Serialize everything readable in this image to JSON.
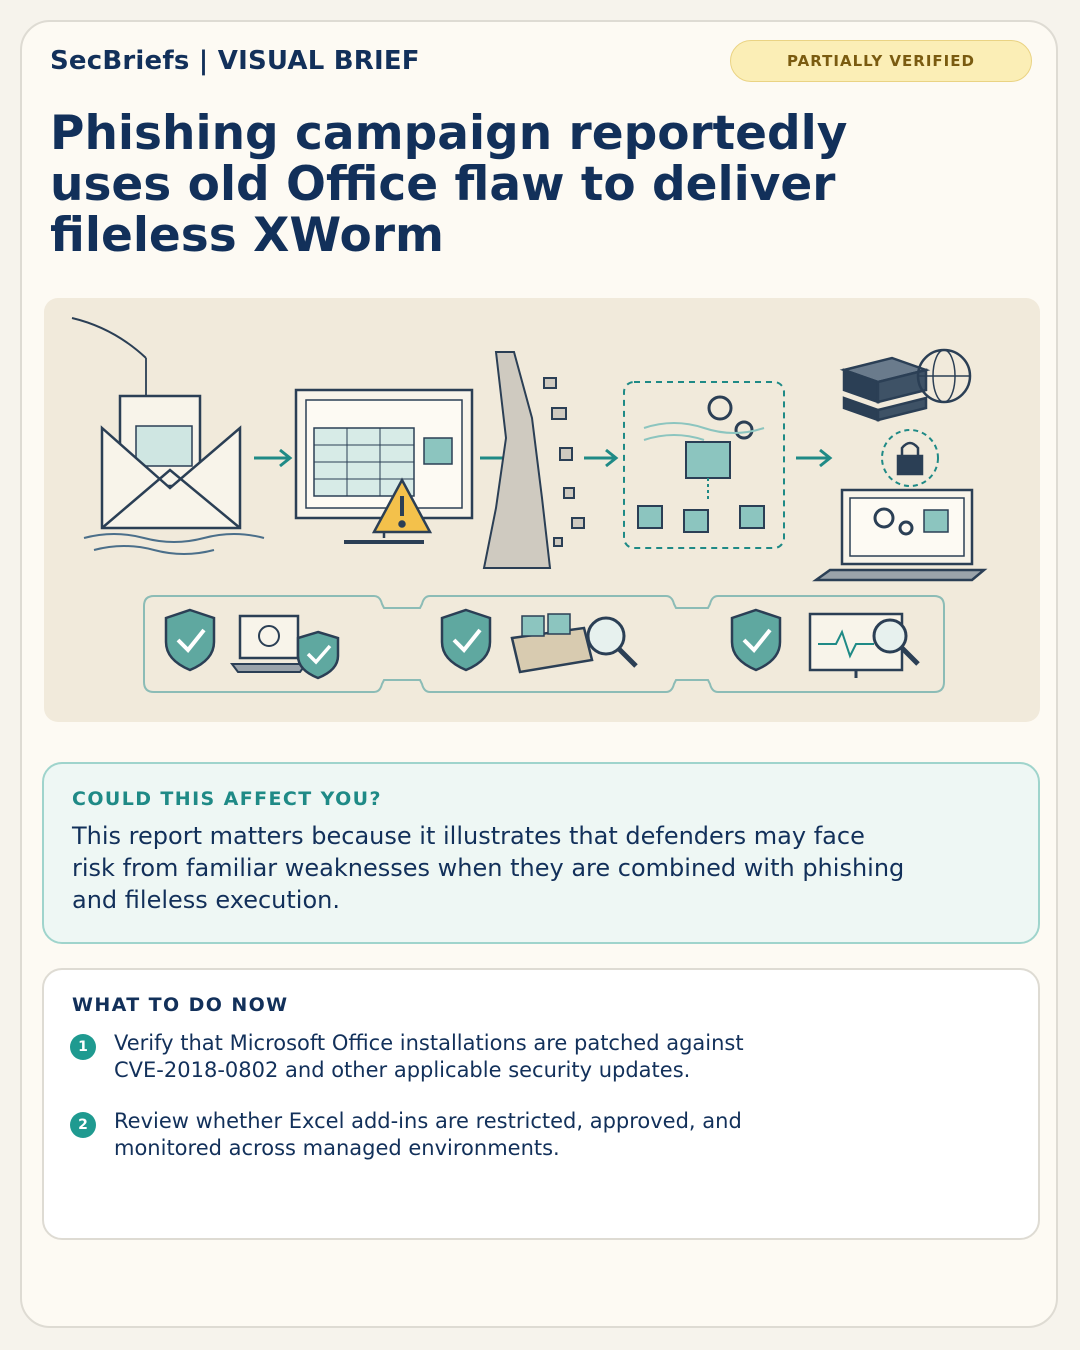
{
  "header": {
    "brand": "SecBriefs | VISUAL BRIEF",
    "badge": "PARTIALLY VERIFIED",
    "title": "Phishing campaign reportedly uses old Office flaw to deliver fileless XWorm"
  },
  "illustration": {
    "icons": [
      "phishing-email-icon",
      "spreadsheet-warning-icon",
      "crumbling-wall-icon",
      "fileless-modules-icon",
      "c2-server-icon",
      "infected-laptop-icon",
      "shield-patch-icon",
      "addin-inspection-icon",
      "monitoring-icon"
    ]
  },
  "affect": {
    "heading": "COULD THIS AFFECT YOU?",
    "body": "This report matters because it illustrates that defenders may face risk from familiar weaknesses when they are combined with phishing and fileless execution."
  },
  "todo": {
    "heading": "WHAT TO DO NOW",
    "steps": [
      {
        "num": "1",
        "text": "Verify that Microsoft Office installations are patched against CVE-2018-0802 and other applicable security updates."
      },
      {
        "num": "2",
        "text": "Review whether Excel add-ins are restricted, approved, and monitored across managed environments."
      }
    ]
  },
  "colors": {
    "navy": "#12305a",
    "teal": "#1f8a86",
    "badge_bg": "#fbeeb6",
    "affect_bg": "#eef7f4"
  }
}
